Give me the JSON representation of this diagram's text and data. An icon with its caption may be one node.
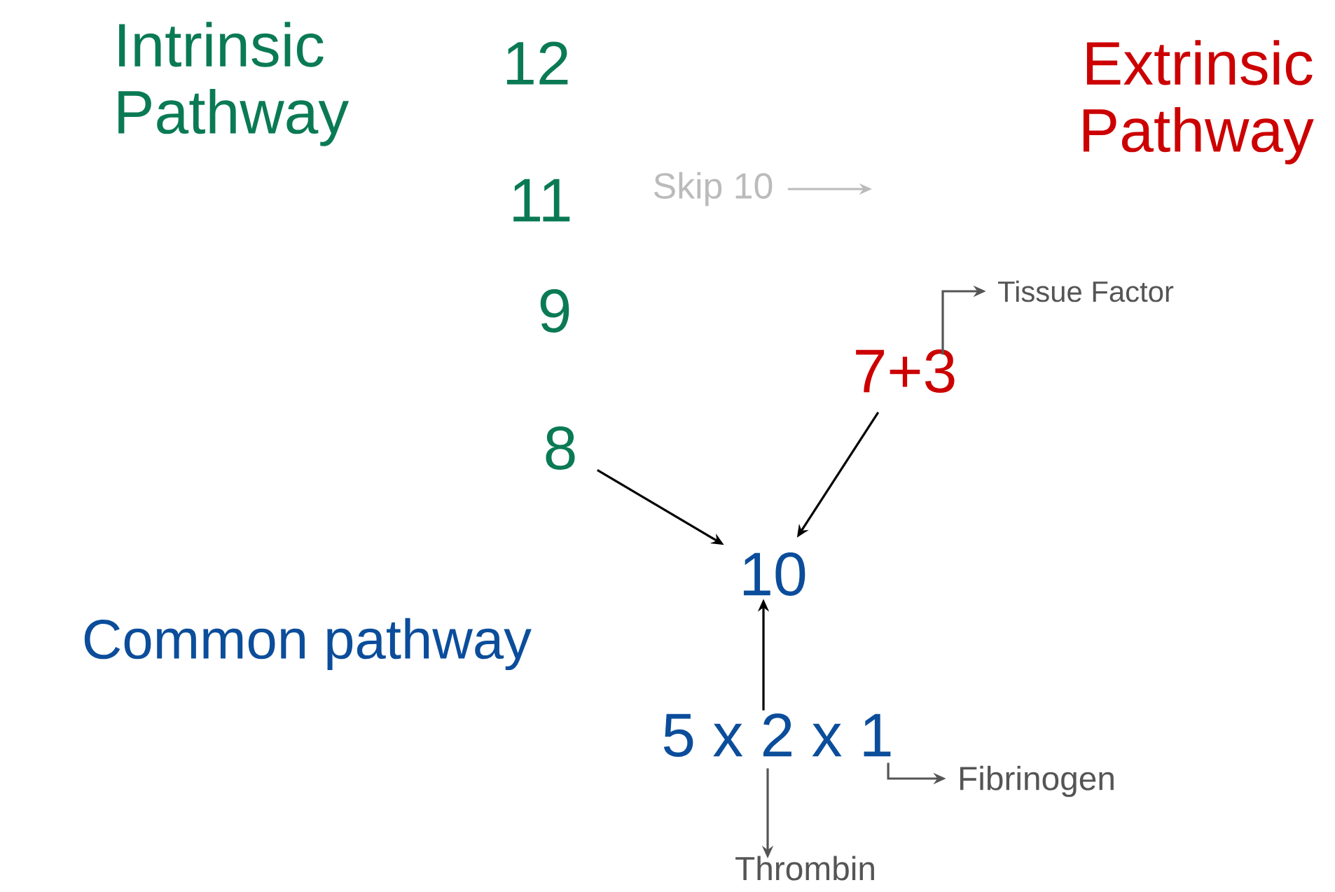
{
  "diagram": {
    "nodes": [
      {
        "text": [
          "8"
        ]
      },
      {
        "text": [
          "7+3"
        ]
      },
      {
        "text": [
          "Tissue Factor"
        ]
      },
      {
        "text": [
          "10"
        ]
      },
      {
        "text": [
          "5 x 2 x 1"
        ]
      },
      {
        "text": [
          "Thrombin"
        ]
      },
      {
        "text": [
          "Fibrinogen"
        ]
      },
      {
        "text": [
          "Skip 10"
        ]
      }
    ],
    "edges": [
      {
        "from": 0,
        "to": 3,
        "arrow": "to"
      },
      {
        "from": 1,
        "to": 3,
        "arrow": "to"
      },
      {
        "from": 4,
        "to": 3,
        "arrow": "to"
      },
      {
        "from": 1,
        "to": 2,
        "arrow": "to",
        "color": "#555555"
      },
      {
        "from": 4,
        "to": 5,
        "arrow": "to",
        "color": "#555555"
      },
      {
        "from": 4,
        "to": 6,
        "arrow": "to",
        "color": "#555555"
      },
      {
        "from": 7,
        "to": null,
        "arrow": "to",
        "color": "#bbbbbb"
      }
    ],
    "labels": [
      "Intrinsic Pathway",
      "12",
      "Extrinsic Pathway",
      "11",
      "9",
      "Common pathway"
    ]
  }
}
